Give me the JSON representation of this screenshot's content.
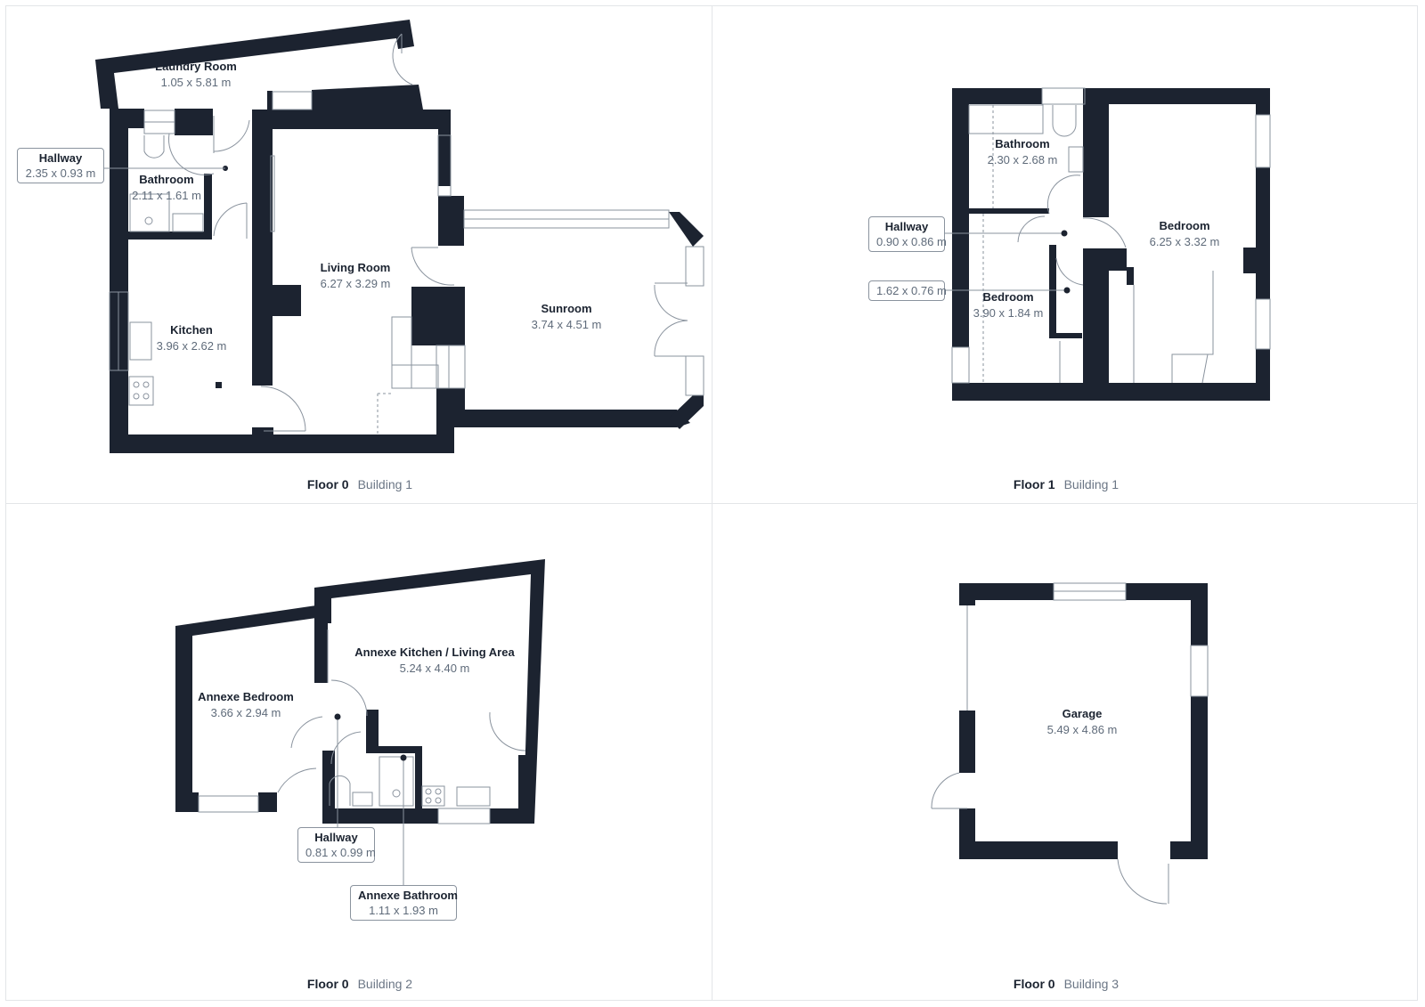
{
  "colors": {
    "wall": "#1c2330",
    "line": "#8a939e",
    "room_name": "#1b2330",
    "room_dims": "#5f6b7a",
    "divider": "#e3e5e8"
  },
  "panels": [
    {
      "floor": "Floor 0",
      "building": "Building 1",
      "rooms": [
        {
          "name": "Laundry Room",
          "dims": "1.05 x 5.81 m"
        },
        {
          "name": "Bathroom",
          "dims": "2.11 x 1.61 m"
        },
        {
          "name": "Kitchen",
          "dims": "3.96 x 2.62 m"
        },
        {
          "name": "Living Room",
          "dims": "6.27 x 3.29 m"
        },
        {
          "name": "Sunroom",
          "dims": "3.74 x 4.51 m"
        }
      ],
      "callouts": [
        {
          "name": "Hallway",
          "dims": "2.35 x 0.93 m"
        }
      ]
    },
    {
      "floor": "Floor 1",
      "building": "Building 1",
      "rooms": [
        {
          "name": "Bathroom",
          "dims": "2.30 x 2.68 m"
        },
        {
          "name": "Bedroom",
          "dims": "3.90 x 1.84 m"
        },
        {
          "name": "Bedroom",
          "dims": "6.25 x 3.32 m"
        }
      ],
      "callouts": [
        {
          "name": "Hallway",
          "dims": "0.90 x 0.86 m"
        },
        {
          "name": "",
          "dims": "1.62 x 0.76 m"
        }
      ]
    },
    {
      "floor": "Floor 0",
      "building": "Building 2",
      "rooms": [
        {
          "name": "Annexe Bedroom",
          "dims": "3.66 x 2.94 m"
        },
        {
          "name": "Annexe Kitchen / Living Area",
          "dims": "5.24 x 4.40 m"
        }
      ],
      "callouts": [
        {
          "name": "Hallway",
          "dims": "0.81 x 0.99 m"
        },
        {
          "name": "Annexe Bathroom",
          "dims": "1.11 x 1.93 m"
        }
      ]
    },
    {
      "floor": "Floor 0",
      "building": "Building 3",
      "rooms": [
        {
          "name": "Garage",
          "dims": "5.49 x 4.86 m"
        }
      ],
      "callouts": []
    }
  ]
}
